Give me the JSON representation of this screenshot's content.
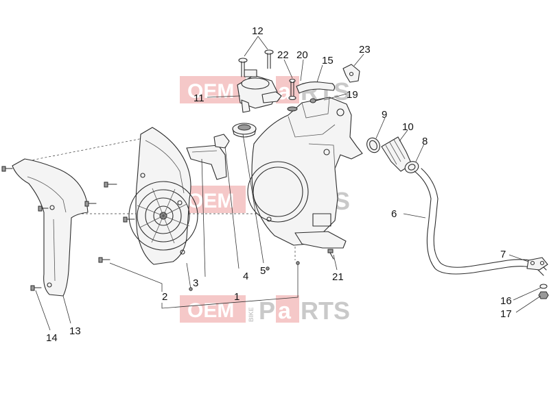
{
  "watermark": {
    "brand_left": "OEM",
    "brand_vertical": "BIKE",
    "brand_right_p": "P",
    "brand_right_a": "a",
    "brand_right_rest": "RTS"
  },
  "callouts": [
    {
      "id": "1",
      "label": "1"
    },
    {
      "id": "2",
      "label": "2"
    },
    {
      "id": "3",
      "label": "3"
    },
    {
      "id": "4",
      "label": "4"
    },
    {
      "id": "5",
      "label": "5"
    },
    {
      "id": "6",
      "label": "6"
    },
    {
      "id": "7",
      "label": "7"
    },
    {
      "id": "8",
      "label": "8"
    },
    {
      "id": "9",
      "label": "9"
    },
    {
      "id": "10",
      "label": "10"
    },
    {
      "id": "11",
      "label": "11"
    },
    {
      "id": "12",
      "label": "12"
    },
    {
      "id": "13",
      "label": "13"
    },
    {
      "id": "14",
      "label": "14"
    },
    {
      "id": "15",
      "label": "15"
    },
    {
      "id": "16",
      "label": "16"
    },
    {
      "id": "17",
      "label": "17"
    },
    {
      "id": "19",
      "label": "19"
    },
    {
      "id": "20",
      "label": "20"
    },
    {
      "id": "21",
      "label": "21"
    },
    {
      "id": "22",
      "label": "22"
    },
    {
      "id": "23",
      "label": "23"
    }
  ]
}
